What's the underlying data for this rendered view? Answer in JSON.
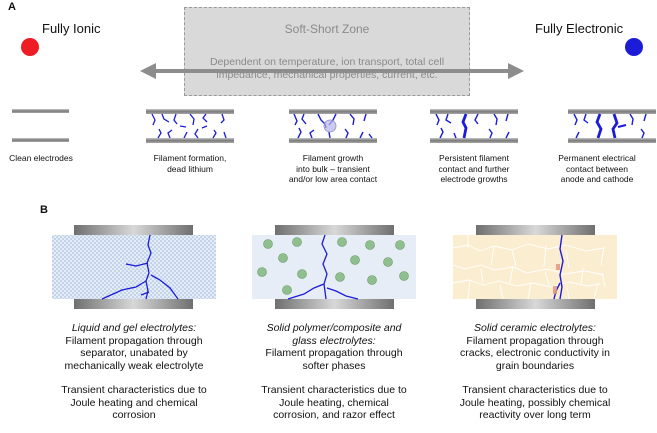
{
  "panel_a": {
    "letter": "A",
    "left_label": "Fully Ionic",
    "right_label": "Fully Electronic",
    "zone_title": "Soft-Short Zone",
    "zone_note_1": "Dependent on temperature, ion transport, total cell",
    "zone_note_2": "impedance, mechanical properties, current, etc.",
    "colors": {
      "ionic": "#ee1c25",
      "electronic": "#1c1cd8"
    },
    "stages": [
      {
        "line1": "Clean electrodes",
        "line2": "",
        "line3": ""
      },
      {
        "line1": "Filament formation,",
        "line2": "dead lithium",
        "line3": ""
      },
      {
        "line1": "Filament growth",
        "line2": "into bulk – transient",
        "line3": "and/or low area contact"
      },
      {
        "line1": "Persistent filament",
        "line2": "contact and further",
        "line3": "electrode growths"
      },
      {
        "line1": "Permanent electrical",
        "line2": "contact between",
        "line3": "anode and cathode"
      }
    ]
  },
  "panel_b": {
    "letter": "B",
    "cells": [
      {
        "title_1": "Liquid and gel electrolytes:",
        "desc_1": "Filament propagation through",
        "desc_2": "separator, unabated by",
        "desc_3": "mechanically weak electrolyte",
        "trans_1": "Transient characteristics due to",
        "trans_2": "Joule heating and chemical",
        "trans_3": "corrosion"
      },
      {
        "title_1": "Solid polymer/composite and",
        "title_2": "glass electrolytes:",
        "desc_1": "Filament propagation through",
        "desc_2": "softer phases",
        "trans_1": "Transient characteristics due to",
        "trans_2": "Joule heating, chemical",
        "trans_3": "corrosion, and razor effect"
      },
      {
        "title_1": "Solid ceramic electrolytes:",
        "desc_1": "Filament propagation through",
        "desc_2": "cracks, electronic conductivity in",
        "desc_3": "grain boundaries",
        "trans_1": "Transient characteristics due to",
        "trans_2": "Joule heating, possibly chemical",
        "trans_3": "reactivity over long term"
      }
    ]
  }
}
